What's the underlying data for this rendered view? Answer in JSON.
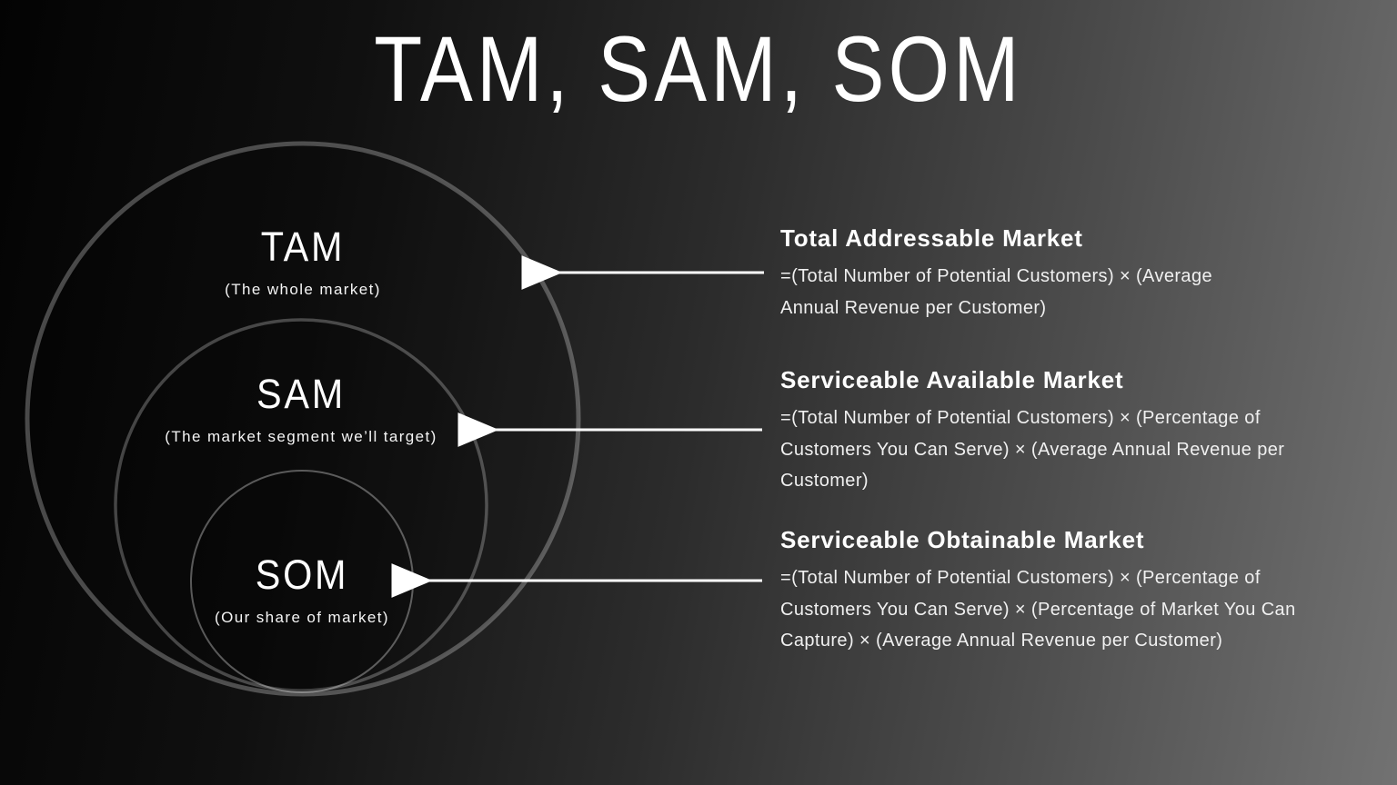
{
  "title": "TAM, SAM, SOM",
  "colors": {
    "background_left": "#050505",
    "background_right": "#707070",
    "text": "#ffffff",
    "circle_stroke": "#4e4e4e",
    "arrow": "#ffffff"
  },
  "diagram": {
    "circles": [
      {
        "id": "tam",
        "label": "TAM",
        "sublabel": "(The whole market)"
      },
      {
        "id": "sam",
        "label": "SAM",
        "sublabel": "(The market segment we’ll target)"
      },
      {
        "id": "som",
        "label": "SOM",
        "sublabel": "(Our share of market)"
      }
    ]
  },
  "definitions": [
    {
      "heading": "Total Addressable Market",
      "formula_lines": [
        "=(Total Number of Potential Customers) × (Average",
        "Annual Revenue per Customer)"
      ]
    },
    {
      "heading": "Serviceable Available Market",
      "formula_lines": [
        "=(Total Number of Potential Customers) × (Percentage of",
        "Customers You Can Serve) × (Average Annual Revenue per",
        "Customer)"
      ]
    },
    {
      "heading": "Serviceable Obtainable Market",
      "formula_lines": [
        "=(Total Number of Potential Customers) × (Percentage of",
        "Customers You Can Serve) × (Percentage of Market You Can",
        "Capture) × (Average Annual Revenue per Customer)"
      ]
    }
  ]
}
